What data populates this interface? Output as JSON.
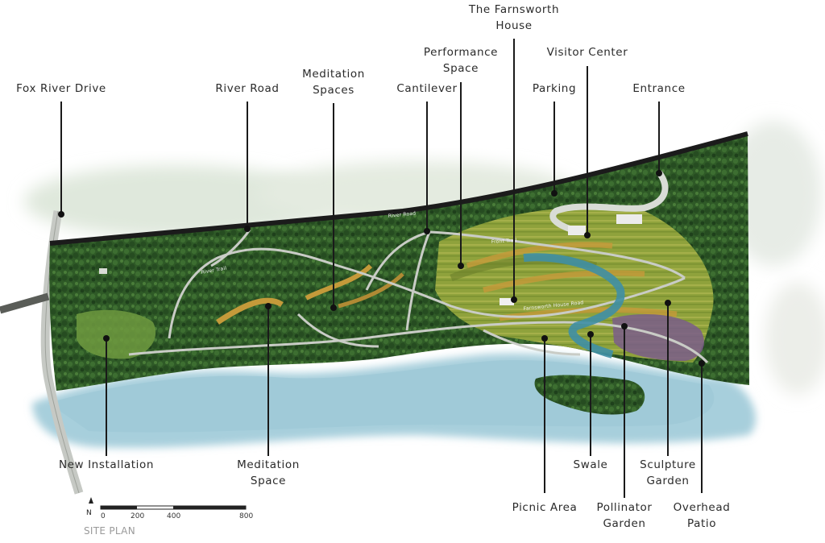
{
  "title": "SITE PLAN",
  "north_label": "N",
  "scale": {
    "ticks": [
      "0",
      "200",
      "400",
      "800"
    ],
    "values": [
      0,
      200,
      400,
      800
    ]
  },
  "map_labels": {
    "river_road": "River Road",
    "farnsworth_house_road": "Farnsworth House Road",
    "front_trail": "Front Trail",
    "river_trail": "River Trail"
  },
  "callouts": [
    {
      "id": "fox-river-drive",
      "lines": [
        "Fox River Drive"
      ]
    },
    {
      "id": "river-road",
      "lines": [
        "River Road"
      ]
    },
    {
      "id": "meditation-spaces",
      "lines": [
        "Meditation",
        "Spaces"
      ]
    },
    {
      "id": "cantilever",
      "lines": [
        "Cantilever"
      ]
    },
    {
      "id": "performance-space",
      "lines": [
        "Performance",
        "Space"
      ]
    },
    {
      "id": "farnsworth-house",
      "lines": [
        "The Farnsworth",
        "House"
      ]
    },
    {
      "id": "parking",
      "lines": [
        "Parking"
      ]
    },
    {
      "id": "visitor-center",
      "lines": [
        "Visitor Center"
      ]
    },
    {
      "id": "entrance",
      "lines": [
        "Entrance"
      ]
    },
    {
      "id": "new-installation",
      "lines": [
        "New Installation"
      ]
    },
    {
      "id": "meditation-space",
      "lines": [
        "Meditation",
        "Space"
      ]
    },
    {
      "id": "picnic-area",
      "lines": [
        "Picnic Area"
      ]
    },
    {
      "id": "swale",
      "lines": [
        "Swale"
      ]
    },
    {
      "id": "pollinator-garden",
      "lines": [
        "Pollinator",
        "Garden"
      ]
    },
    {
      "id": "sculpture-garden",
      "lines": [
        "Sculpture",
        "Garden"
      ]
    },
    {
      "id": "overhead-patio",
      "lines": [
        "Overhead",
        "Patio"
      ]
    }
  ],
  "colors": {
    "forest": "#2f5a27",
    "forest_dark": "#1f3f1b",
    "meadow": "#8ea23a",
    "path": "#c9ccc6",
    "water": "#a7cfdc",
    "swale": "#3f8fa5",
    "road": "#1b1b1b",
    "mist": "#dfe8dc"
  }
}
